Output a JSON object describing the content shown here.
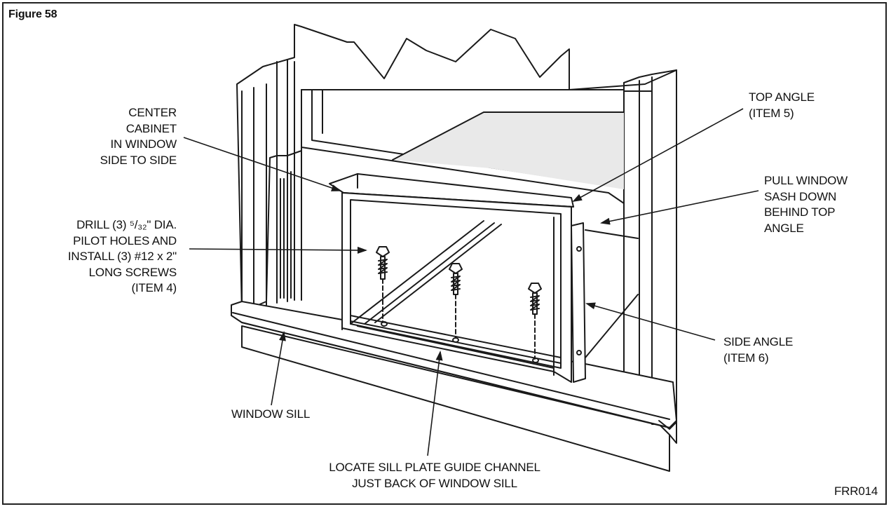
{
  "figure_title": "Figure 58",
  "figure_code": "FRR014",
  "callouts": {
    "center_cabinet": [
      "CENTER",
      "CABINET",
      "IN WINDOW",
      "SIDE TO SIDE"
    ],
    "drill": [
      "DRILL (3) ⁵/₃₂\" DIA.",
      "PILOT HOLES AND",
      "INSTALL (3) #12 x 2\"",
      "LONG SCREWS",
      "(ITEM 4)"
    ],
    "window_sill": [
      "WINDOW SILL"
    ],
    "locate_channel": [
      "LOCATE SILL PLATE GUIDE CHANNEL",
      "JUST BACK OF WINDOW SILL"
    ],
    "top_angle": [
      "TOP ANGLE",
      "(ITEM 5)"
    ],
    "pull_window": [
      "PULL WINDOW",
      "SASH DOWN",
      "BEHIND TOP",
      "ANGLE"
    ],
    "side_angle": [
      "SIDE ANGLE",
      "(ITEM 6)"
    ]
  },
  "line_color": "#1a1a1a",
  "shade_color": "#e9e9e9"
}
